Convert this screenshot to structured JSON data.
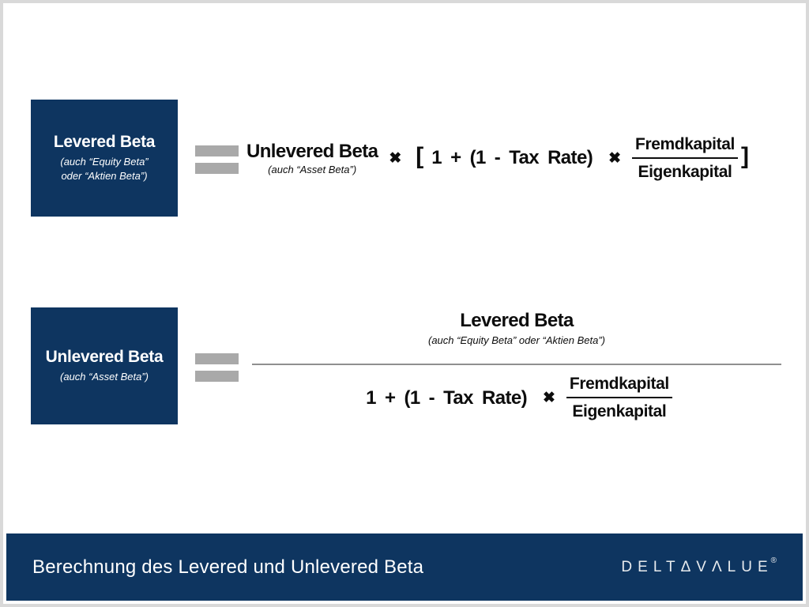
{
  "slide": {
    "colors": {
      "navy": "#0e3560",
      "frame_gray": "#d9d9d9",
      "equals_gray": "#a9a9a9",
      "text_black": "#0d0d0d",
      "white": "#ffffff"
    }
  },
  "icons": {
    "multiply": "✖",
    "equals": "two-gray-bars"
  },
  "row1": {
    "box": {
      "title": "Levered Beta",
      "subtitle_line1": "(auch “Equity Beta”",
      "subtitle_line2": "oder “Aktien Beta”)"
    },
    "formula": {
      "term_title": "Unlevered Beta",
      "term_subtitle": "(auch “Asset Beta”)",
      "bracket_open": "[",
      "middle": "1 + (1 - Tax Rate)",
      "fraction": {
        "numerator": "Fremdkapital",
        "denominator": "Eigenkapital"
      },
      "bracket_close": "]"
    }
  },
  "row2": {
    "box": {
      "title": "Unlevered Beta",
      "subtitle": "(auch “Asset Beta”)"
    },
    "formula": {
      "numerator_title": "Levered Beta",
      "numerator_subtitle": "(auch “Equity Beta” oder “Aktien Beta”)",
      "denominator_left": "1 + (1 - Tax Rate)",
      "fraction": {
        "numerator": "Fremdkapital",
        "denominator": "Eigenkapital"
      }
    }
  },
  "footer": {
    "title": "Berechnung des Levered und Unlevered Beta",
    "logo": {
      "part1": "DELT",
      "triangle": "Δ",
      "part2": "VΛLUE",
      "registered": "®"
    }
  }
}
